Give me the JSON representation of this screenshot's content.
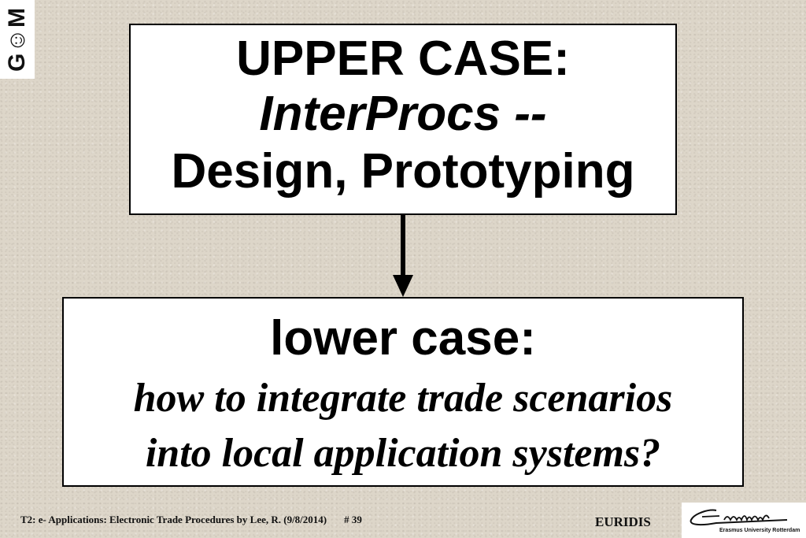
{
  "logo": {
    "text": "G☺M"
  },
  "upper_box": {
    "line1": "UPPER CASE:",
    "line2": "InterProcs --",
    "line3": "Design, Prototyping"
  },
  "lower_box": {
    "line1": "lower case:",
    "line2": "how to integrate trade scenarios",
    "line3": "into local application systems?"
  },
  "footer": {
    "citation": "T2: e- Applications: Electronic Trade Procedures by Lee, R.  (9/8/2014)",
    "page_number": "# 39",
    "organization": "EURIDIS",
    "university": "Erasmus University Rotterdam"
  }
}
